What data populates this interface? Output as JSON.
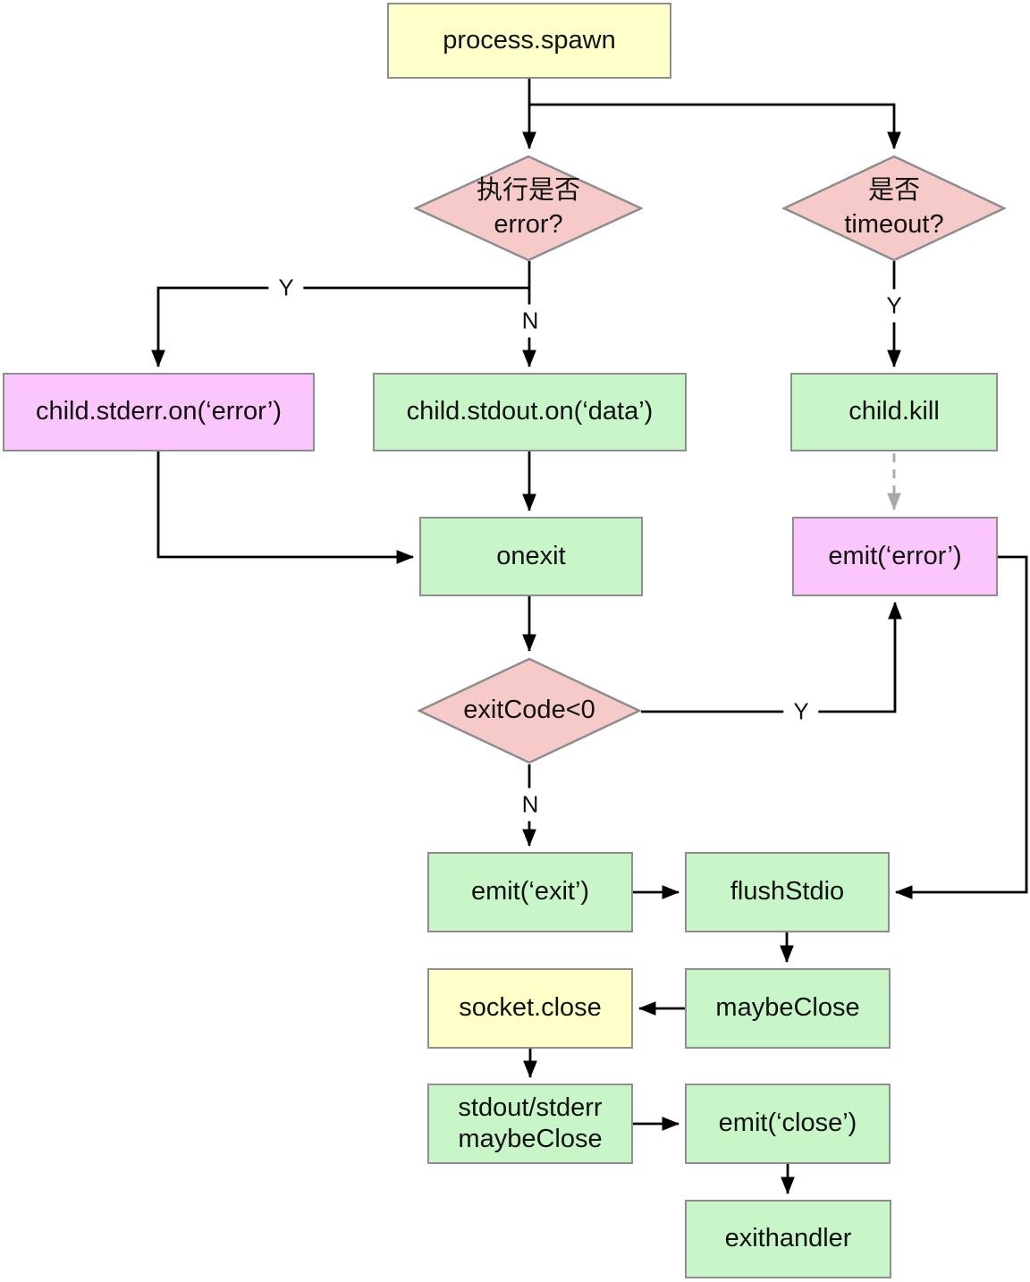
{
  "diagram": {
    "description": "process.spawn lifecycle flowchart"
  },
  "nodes": {
    "process_spawn": {
      "label": "process.spawn"
    },
    "error_check": {
      "line1": "执行是否",
      "line2": "error?"
    },
    "timeout_check": {
      "line1": "是否",
      "line2": "timeout?"
    },
    "child_stderr": {
      "label": "child.stderr.on(‘error’)"
    },
    "child_stdout": {
      "label": "child.stdout.on(‘data’)"
    },
    "child_kill": {
      "label": "child.kill"
    },
    "onexit": {
      "label": "onexit"
    },
    "emit_error": {
      "label": "emit(‘error’)"
    },
    "exitcode_check": {
      "label": "exitCode<0"
    },
    "emit_exit": {
      "label": "emit(‘exit’)"
    },
    "flush_stdio": {
      "label": "flushStdio"
    },
    "socket_close": {
      "label": "socket.close"
    },
    "maybe_close": {
      "label": "maybeClose"
    },
    "stdio_maybeclose": {
      "line1": "stdout/stderr",
      "line2": "maybeClose"
    },
    "emit_close": {
      "label": "emit(‘close’)"
    },
    "exithandler": {
      "label": "exithandler"
    }
  },
  "edge_labels": {
    "error_yes": "Y",
    "error_no": "N",
    "timeout_yes": "Y",
    "exitcode_yes": "Y",
    "exitcode_no": "N"
  },
  "colors": {
    "yellow_fill": "#ffffca",
    "green_fill": "#c9f6c9",
    "pink_fill": "#f7caca",
    "magenta_fill": "#fbc6fb",
    "node_border": "#8e8e8e",
    "line": "#000000",
    "dashed_line": "#a8a8a8",
    "text": "#111111"
  }
}
